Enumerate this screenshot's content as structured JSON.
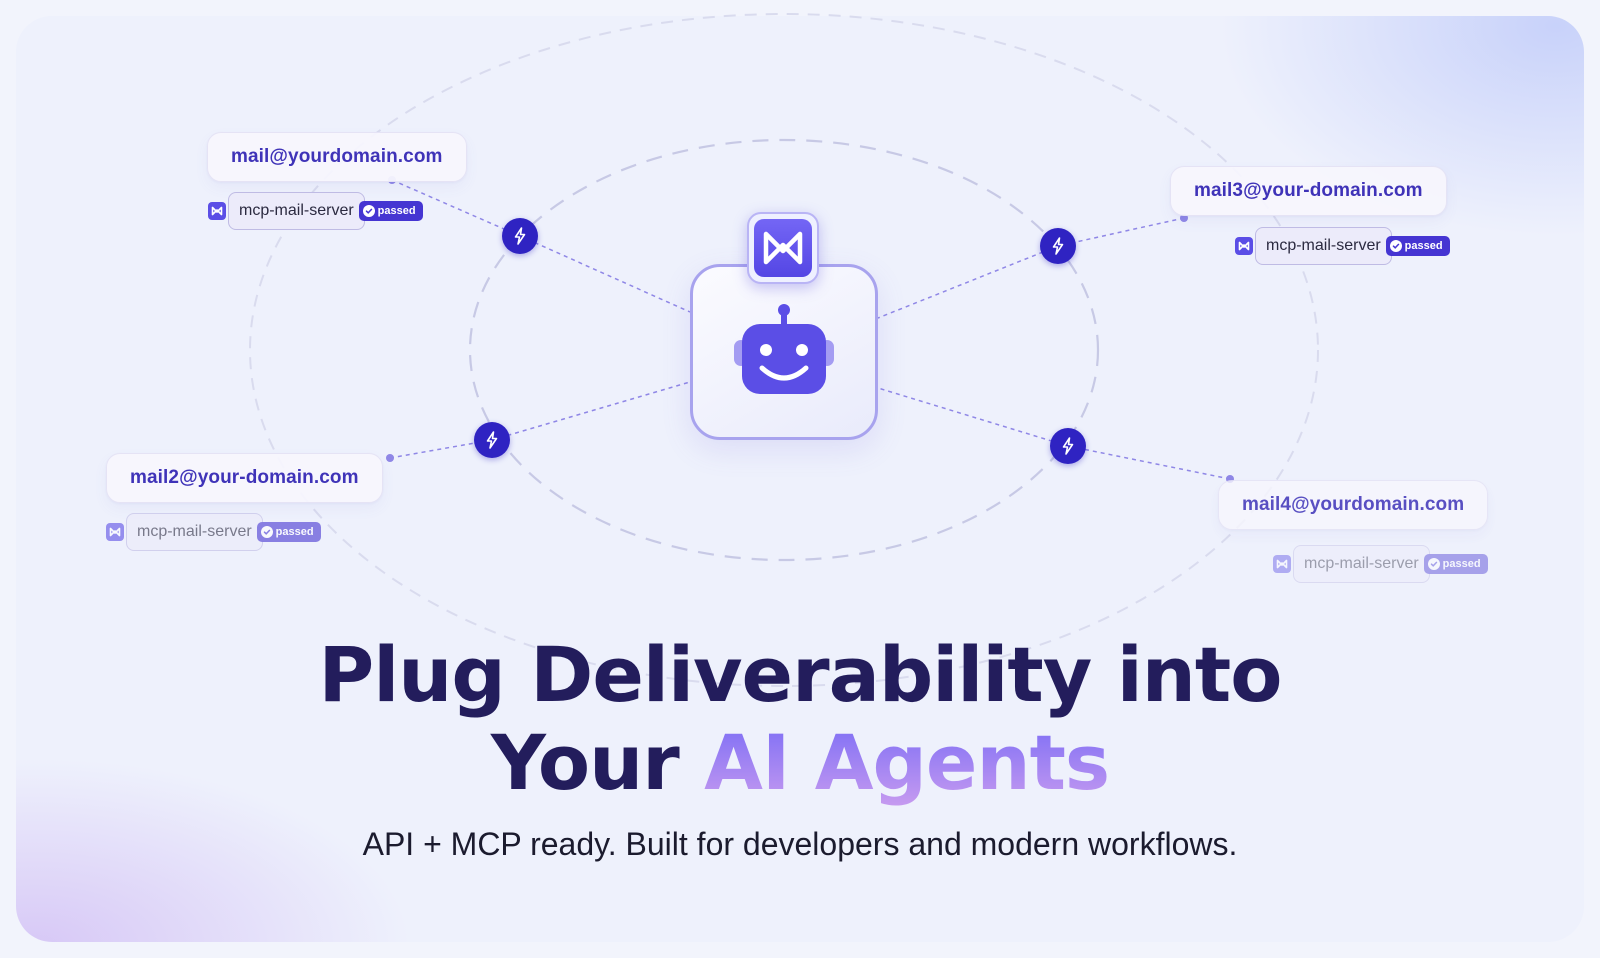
{
  "nodes": [
    {
      "email": "mail@yourdomain.com",
      "server": "mcp-mail-server",
      "status": "passed"
    },
    {
      "email": "mail2@your-domain.com",
      "server": "mcp-mail-server",
      "status": "passed"
    },
    {
      "email": "mail3@your-domain.com",
      "server": "mcp-mail-server",
      "status": "passed"
    },
    {
      "email": "mail4@yourdomain.com",
      "server": "mcp-mail-server",
      "status": "passed"
    }
  ],
  "center": {
    "logo_icon": "mailmodo-logo-icon",
    "agent_icon": "robot-icon"
  },
  "connector_icon": "lightning-bolt-icon",
  "hero": {
    "line1": "Plug Deliverability into",
    "line2_plain": "Your",
    "line2_accent": "AI Agents",
    "subtitle": "API + MCP ready. Built for developers and modern workflows."
  },
  "colors": {
    "brand": "#5b4ee6",
    "dark_navy": "#231d5c",
    "bolt": "#2f23c2",
    "badge": "#4535d2",
    "accent_gradient": [
      "#7a6cf5",
      "#c79bf0"
    ]
  }
}
